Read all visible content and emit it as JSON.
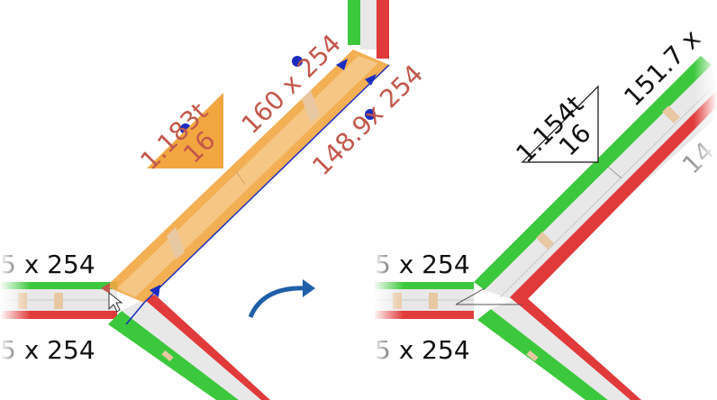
{
  "before": {
    "selected_beam": {
      "label_top": "160 x 254",
      "label_bottom": "148.9x 254"
    },
    "roof_tag": {
      "slope": "1.183t",
      "number": "16"
    },
    "beam_left_top": "5 x 254",
    "beam_left_bottom": "5 x 254"
  },
  "after": {
    "diagonal_beam": {
      "label_top": "151.7 x",
      "label_bottom": "14"
    },
    "roof_tag": {
      "slope": "1.154t",
      "number": "16"
    },
    "beam_left_top": "5 x 254",
    "beam_left_bottom": "5 x 254"
  },
  "colors": {
    "selection_fill": "#f2a640",
    "selection_label": "#c2574b",
    "green_edge": "#3cc83c",
    "red_edge": "#e03a3a",
    "handle_blue": "#1a2dbf",
    "arrow_blue": "#1f5fa8"
  },
  "icons": {
    "transition_arrow": "curved-arrow-right-icon",
    "cursor": "mouse-pointer-icon"
  }
}
